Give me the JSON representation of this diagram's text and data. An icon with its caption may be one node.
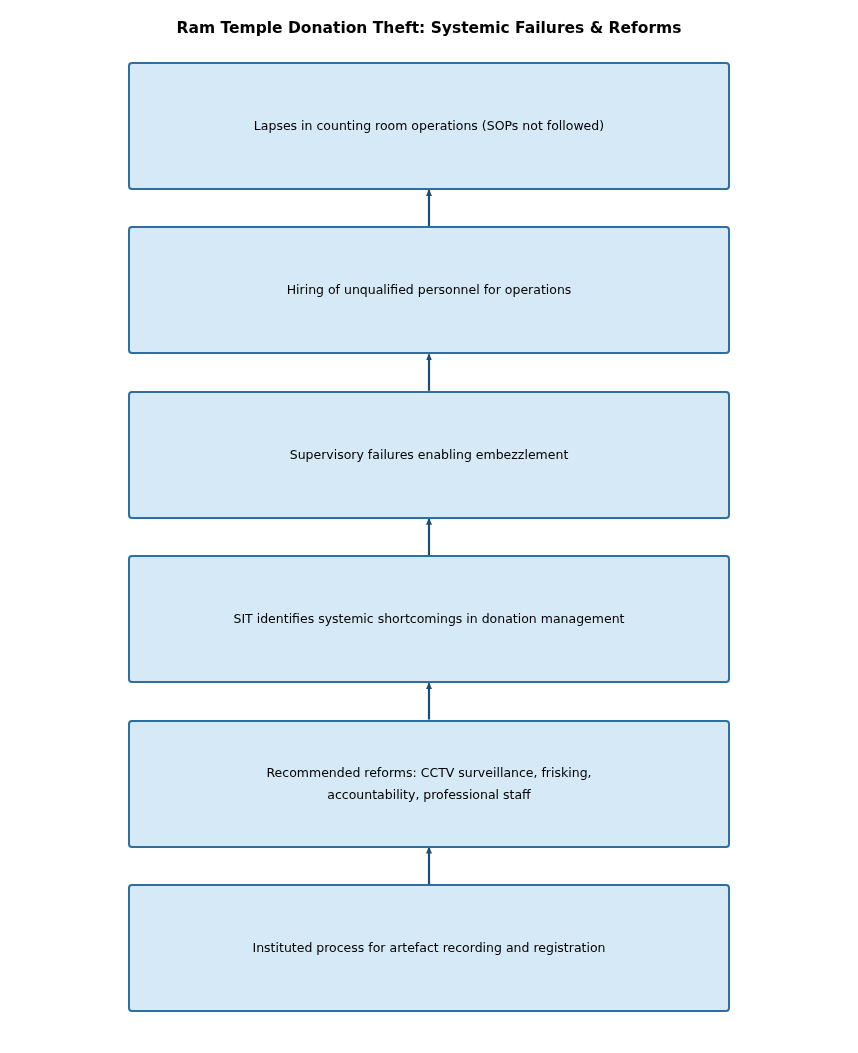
{
  "diagram": {
    "title": "Ram Temple Donation Theft: Systemic Failures & Reforms",
    "nodes": [
      {
        "text": [
          "Lapses in counting room operations (SOPs not followed)"
        ]
      },
      {
        "text": [
          "Hiring of unqualified personnel for operations"
        ]
      },
      {
        "text": [
          "Supervisory failures enabling embezzlement"
        ]
      },
      {
        "text": [
          "SIT identifies systemic shortcomings in donation management"
        ]
      },
      {
        "text": [
          "Recommended reforms: CCTV surveillance, frisking, accountability, professional staff"
        ]
      },
      {
        "text": [
          "Instituted process for artefact recording and registration"
        ]
      }
    ],
    "edges": [
      {
        "from": 1,
        "to": 0,
        "arrow": "to"
      },
      {
        "from": 2,
        "to": 1,
        "arrow": "to"
      },
      {
        "from": 3,
        "to": 2,
        "arrow": "to"
      },
      {
        "from": 4,
        "to": 3,
        "arrow": "to"
      },
      {
        "from": 5,
        "to": 4,
        "arrow": "to"
      }
    ]
  }
}
